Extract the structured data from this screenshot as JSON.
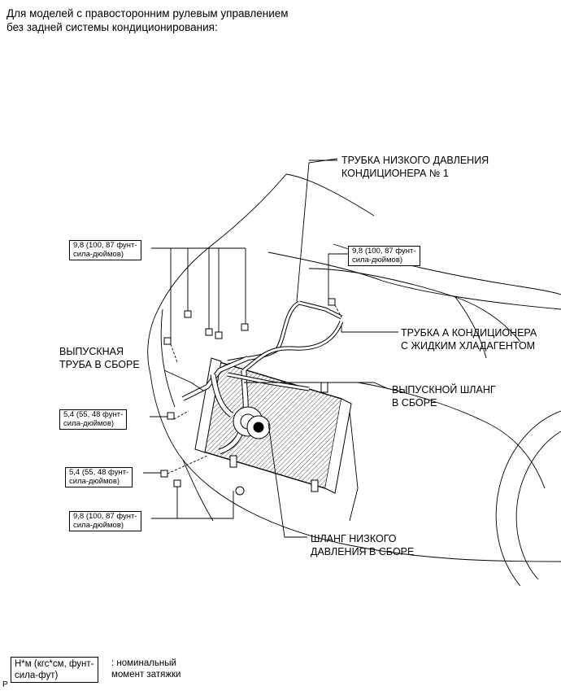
{
  "heading": {
    "line1": "Для моделей с правосторонним рулевым управлением",
    "line2": "без задней системы кондиционирования:"
  },
  "labels": {
    "low_pressure_tube_1_a": "ТРУБКА НИЗКОГО ДАВЛЕНИЯ",
    "low_pressure_tube_1_b": "КОНДИЦИОНЕРА № 1",
    "liquid_tube_a": "ТРУБКА А КОНДИЦИОНЕРА",
    "liquid_tube_b": "С ЖИДКИМ ХЛАДАГЕНТОМ",
    "discharge_hose_a": "ВЫПУСКНОЙ ШЛАНГ",
    "discharge_hose_b": "В СБОРЕ",
    "discharge_pipe_a": "ВЫПУСКНАЯ",
    "discharge_pipe_b": "ТРУБА В СБОРЕ",
    "suction_hose_a": "ШЛАНГ НИЗКОГО",
    "suction_hose_b": "ДАВЛЕНИЯ В СБОРЕ"
  },
  "torques": {
    "t1_a": "9,8 (100, 87 фунт-",
    "t1_b": "сила-дюймов)",
    "t2_a": "9,8 (100, 87 фунт-",
    "t2_b": "сила-дюймов)",
    "t3_a": "5,4 (55, 48 фунт-",
    "t3_b": "сила-дюймов)",
    "t4_a": "5,4 (55, 48 фунт-",
    "t4_b": "сила-дюймов)",
    "t5_a": "9,8 (100, 87 фунт-",
    "t5_b": "сила-дюймов)"
  },
  "legend": {
    "box_a": "Н*м (кгс*см, фунт-",
    "box_b": "сила-фут)",
    "desc_a": ": номинальный",
    "desc_b": "момент затяжки"
  },
  "footer_mark": "P"
}
